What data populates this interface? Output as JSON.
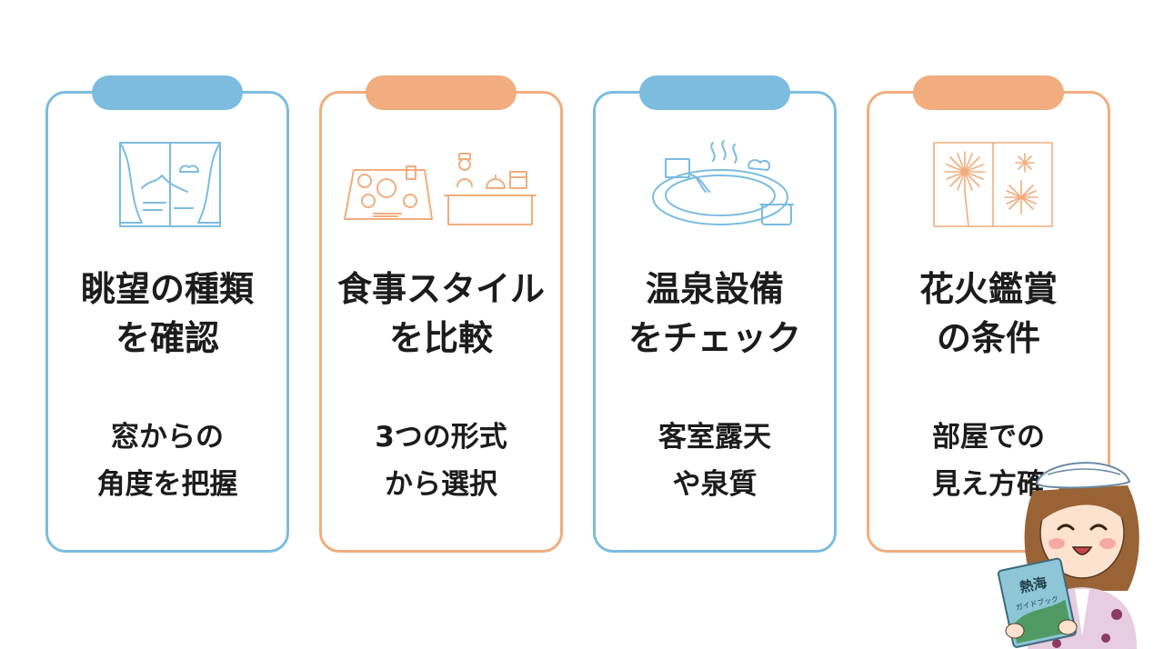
{
  "cards": [
    {
      "title_line1": "眺望の種類",
      "title_line2": "を確認",
      "desc_line1": "窓からの",
      "desc_line2": "角度を把握",
      "icon": "window-view-icon",
      "accent": "#7bbcdf"
    },
    {
      "title_line1": "食事スタイル",
      "title_line2": "を比較",
      "desc_line1": "3つの形式",
      "desc_line2": "から選択",
      "icon": "meal-style-icon",
      "accent": "#f1ad7d"
    },
    {
      "title_line1": "温泉設備",
      "title_line2": "をチェック",
      "desc_line1": "客室露天",
      "desc_line2": "や泉質",
      "icon": "hot-spring-icon",
      "accent": "#7bbcdf"
    },
    {
      "title_line1": "花火鑑賞",
      "title_line2": "の条件",
      "desc_line1": "部屋での",
      "desc_line2": "見え方確",
      "icon": "fireworks-window-icon",
      "accent": "#f1ad7d"
    }
  ],
  "mascot": {
    "book_title": "熱海",
    "book_subtitle": "ガイドブック",
    "icon": "guide-mascot-icon"
  }
}
